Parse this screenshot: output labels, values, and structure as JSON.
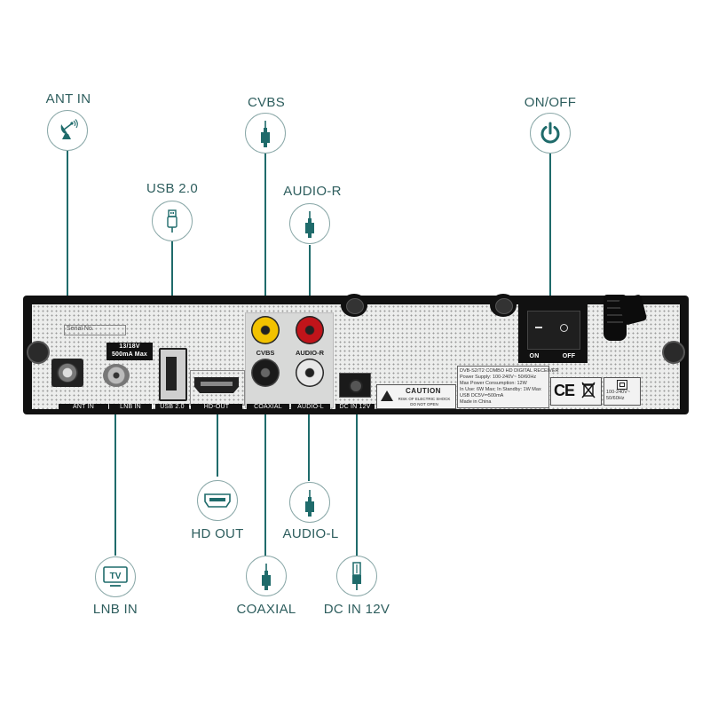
{
  "labels": {
    "ant_in": "ANT IN",
    "usb": "USB 2.0",
    "cvbs": "CVBS",
    "audio_r": "AUDIO-R",
    "on_off": "ON/OFF",
    "hd_out": "HD OUT",
    "audio_l": "AUDIO-L",
    "lnb_in": "LNB IN",
    "coaxial": "COAXIAL",
    "dc_in": "DC IN 12V"
  },
  "panel": {
    "serial": "Serial No.",
    "ant_in": "ANT IN",
    "lnb_in": "LNB IN",
    "lnb_spec_1": "13/18V",
    "lnb_spec_2": "500mA Max",
    "usb": "USB 2.0",
    "hd_out": "HD-OUT",
    "cvbs": "CVBS",
    "audio_r": "AUDIO-R",
    "coaxial": "COAXIAL",
    "audio_l": "AUDIO-L",
    "dc_in": "DC IN 12V",
    "caution": "CAUTION",
    "caution_line1": "RISK OF ELECTRIC SHOCK",
    "caution_line2": "DO NOT OPEN",
    "spec_1": "DVB-S2/T2 COMBO HD DIGITAL RECEIVER",
    "spec_2": "Power Supply: 100-240V~ 50/60Hz",
    "spec_3": "Max Power Consumption: 12W",
    "spec_4": "In Use: 6W Max; In Standby: 1W Max",
    "spec_5": "USB DC5V⎓500mA",
    "spec_6": "Made in China",
    "power_rating_1": "100-240V~",
    "power_rating_2": "50/60Hz",
    "switch_on": "ON",
    "switch_off": "OFF"
  },
  "colors": {
    "accent": "#1f6b6b",
    "label": "#2e5e5e",
    "icon_ring": "#8aa8a8",
    "chassis": "#111111",
    "rca_yellow": "#f2c200",
    "rca_red": "#c0141a"
  },
  "icons": {
    "ant_in": "satellite-dish-icon",
    "usb": "usb-plug-icon",
    "cvbs": "rca-plug-icon",
    "audio_r": "rca-plug-icon",
    "on_off": "power-icon",
    "hd_out": "hdmi-port-icon",
    "audio_l": "rca-plug-icon",
    "lnb_in": "tv-icon",
    "coaxial": "rca-plug-icon",
    "dc_in": "dc-plug-icon"
  }
}
